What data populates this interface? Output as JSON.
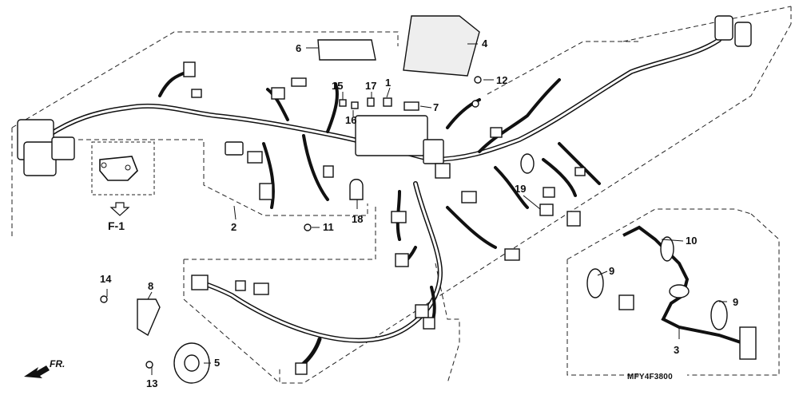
{
  "diagram": {
    "drawing_code": "MFY4F3800",
    "front_label": "FR.",
    "view_ref": "F-1",
    "callouts": [
      {
        "id": "c1",
        "label": "1"
      },
      {
        "id": "c2",
        "label": "2"
      },
      {
        "id": "c3",
        "label": "3"
      },
      {
        "id": "c4",
        "label": "4"
      },
      {
        "id": "c5",
        "label": "5"
      },
      {
        "id": "c6",
        "label": "6"
      },
      {
        "id": "c7",
        "label": "7"
      },
      {
        "id": "c8",
        "label": "8"
      },
      {
        "id": "c9a",
        "label": "9"
      },
      {
        "id": "c9b",
        "label": "9"
      },
      {
        "id": "c10",
        "label": "10"
      },
      {
        "id": "c11",
        "label": "11"
      },
      {
        "id": "c12",
        "label": "12"
      },
      {
        "id": "c13",
        "label": "13"
      },
      {
        "id": "c14",
        "label": "14"
      },
      {
        "id": "c15",
        "label": "15"
      },
      {
        "id": "c16",
        "label": "16"
      },
      {
        "id": "c17",
        "label": "17"
      },
      {
        "id": "c18",
        "label": "18"
      },
      {
        "id": "c19",
        "label": "19"
      }
    ]
  }
}
